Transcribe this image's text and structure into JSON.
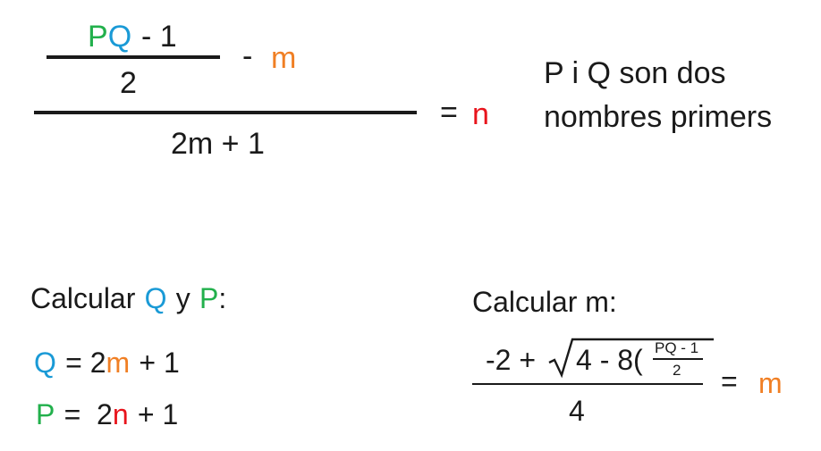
{
  "colors": {
    "p": "#22b04c",
    "q": "#1a9ad6",
    "m": "#f07f24",
    "n": "#e8141c",
    "text": "#1a1a1a"
  },
  "top_equation": {
    "inner_numerator": {
      "p": "P",
      "q": "Q",
      "rest": "- 1"
    },
    "inner_denominator": "2",
    "minus": "-",
    "m": "m",
    "denominator": "2m + 1",
    "equals": "=",
    "n": "n"
  },
  "statement": {
    "line1": "P i Q son dos",
    "line2": "nombres primers"
  },
  "calc_qp": {
    "prefix": "Calcular",
    "q": "Q",
    "y": "y",
    "p": "P",
    "colon": ":",
    "eq_q": {
      "lhs": "Q",
      "mid": "= 2",
      "var": "m",
      "rest": "+ 1"
    },
    "eq_p": {
      "lhs": "P",
      "mid": "=  2",
      "var": "n",
      "rest": "+ 1"
    }
  },
  "calc_m": {
    "title": "Calcular m:",
    "numerator_prefix": "-2 +",
    "radicand": "4 - 8(",
    "small_numerator": "PQ - 1",
    "small_denominator": "2",
    "denominator": "4",
    "equals": "=",
    "m": "m"
  }
}
